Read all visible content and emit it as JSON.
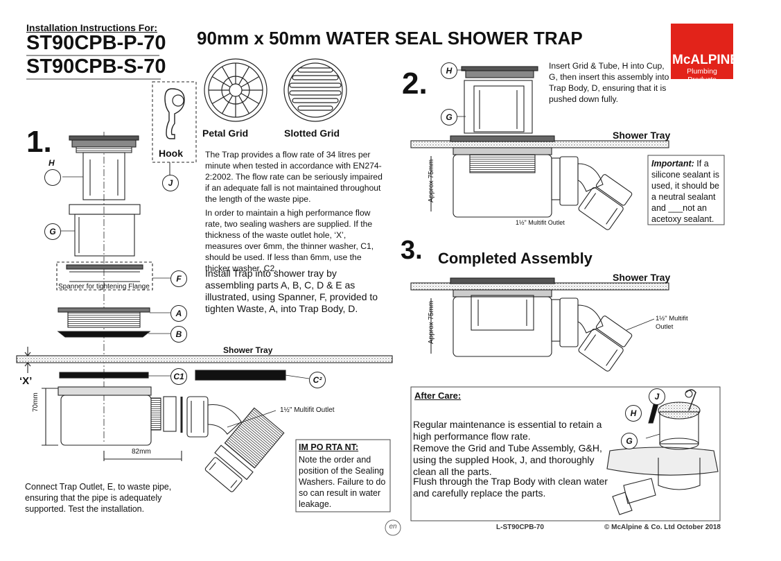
{
  "header": {
    "install_label": "Installation Instructions For:",
    "model_1": "ST90CPB-P-70",
    "model_2": "ST90CPB-S-70",
    "title": "90mm x 50mm WATER SEAL SHOWER TRAP"
  },
  "logo": {
    "brand": "McALPINE",
    "subtitle": "Plumbing Products",
    "color": "#e2231a"
  },
  "grids": {
    "petal": "Petal Grid",
    "slotted": "Slotted Grid",
    "hook": "Hook"
  },
  "step1": {
    "number": "1.",
    "flow_text": "The Trap provides a flow rate of 34 litres per minute when tested in accordance with EN274-2:2002. The flow rate can be seriously impaired if an adequate fall is not maintained throughout the length of the waste pipe.",
    "washer_text": "In order to maintain a high performance flow rate, two sealing washers are supplied. If the thickness of the waste outlet hole, ‘X’, measures over 6mm, the thinner washer, C1, should be used. If less than 6mm, use the thicker washer, C2.",
    "install_text": "Install Trap into shower tray by assembling parts A, B, C, D & E as illustrated, using Spanner, F, provided to tighten Waste, A, into Trap Body, D.",
    "spanner_label": "Spanner for tightening Flange",
    "shower_tray": "Shower Tray",
    "x_label": "‘X’",
    "dim_70": "70mm",
    "dim_82": "82mm",
    "outlet": "1½\" Multifit Outlet",
    "connect_text": "Connect Trap Outlet, E, to waste pipe, ensuring that the pipe is adequately supported. Test the installation."
  },
  "important_box": {
    "title": "IM PO RTA NT:",
    "text": "Note the order and position of the Sealing Washers. Failure to do so can result in water leakage."
  },
  "step2": {
    "number": "2.",
    "text": "Insert Grid & Tube, H into Cup, G, then insert this assembly into Trap Body, D, ensuring that it is pushed down fully.",
    "shower_tray": "Shower Tray",
    "approx": "Approx 75mm",
    "outlet": "1½\" Multifit Outlet",
    "important_title": "Important:",
    "important_text": "If a silicone sealant is used, it should be a neutral sealant and ___not an acetoxy sealant."
  },
  "step3": {
    "number": "3.",
    "title": "Completed Assembly",
    "shower_tray": "Shower Tray",
    "approx": "Approx 75mm",
    "outlet": "1½\" Multifit Outlet"
  },
  "after_care": {
    "title": "After Care:",
    "text1": "Regular maintenance is essential to retain a high performance flow rate.",
    "text2": "Remove the Grid and Tube Assembly, G&H, using the suppled Hook, J, and thoroughly clean all the parts.",
    "text3": "Flush through the Trap Body with clean water and carefully replace the parts."
  },
  "letters": {
    "H": "H",
    "J": "J",
    "G": "G",
    "F": "F",
    "A": "A",
    "B": "B",
    "C1": "C1",
    "C2": "C²"
  },
  "footer": {
    "lang": "en",
    "code": "L-ST90CPB-70",
    "copyright": "© McAlpine & Co. Ltd October 2018"
  }
}
